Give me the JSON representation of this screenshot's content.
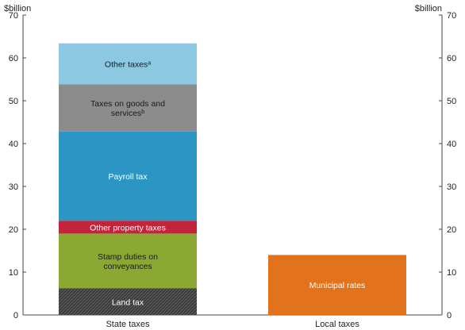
{
  "chart_data": {
    "type": "bar",
    "stacked": true,
    "ylim": [
      0,
      70
    ],
    "yticks": [
      "0",
      "10",
      "20",
      "30",
      "40",
      "50",
      "60",
      "70"
    ],
    "y_unit_left": "$billion",
    "y_unit_right": "$billion",
    "grid": false,
    "categories": [
      "State taxes",
      "Local taxes"
    ],
    "bars": [
      {
        "category": "State taxes",
        "segments": [
          {
            "label": "Land tax",
            "label_lines": [
              "Land tax"
            ],
            "value": 6.2,
            "color": "#3a3a3a",
            "hatched": true,
            "text_color": "#ffffff"
          },
          {
            "label": "Stamp duties on conveyances",
            "label_lines": [
              "Stamp duties on",
              "conveyances"
            ],
            "value": 12.8,
            "color": "#8aa832",
            "text_color": "#1a1a1a"
          },
          {
            "label": "Other property taxes",
            "label_lines": [
              "Other property taxes"
            ],
            "value": 3.0,
            "color": "#c4243b",
            "text_color": "#ffffff"
          },
          {
            "label": "Payroll tax",
            "label_lines": [
              "Payroll tax"
            ],
            "value": 20.8,
            "color": "#2b95c3",
            "text_color": "#ffffff"
          },
          {
            "label": "Taxes on goods and services",
            "label_lines": [
              "Taxes on goods and",
              "services"
            ],
            "sup": "b",
            "value": 11.0,
            "color": "#8c8c8c",
            "text_color": "#1a1a1a"
          },
          {
            "label": "Other taxes",
            "label_lines": [
              "Other taxes"
            ],
            "sup": "a",
            "value": 9.6,
            "color": "#8dc8e3",
            "text_color": "#1a1a1a"
          }
        ]
      },
      {
        "category": "Local taxes",
        "segments": [
          {
            "label": "Municipal rates",
            "label_lines": [
              "Municipal rates"
            ],
            "value": 14.0,
            "color": "#e2721b",
            "text_color": "#ffffff"
          }
        ]
      }
    ]
  }
}
